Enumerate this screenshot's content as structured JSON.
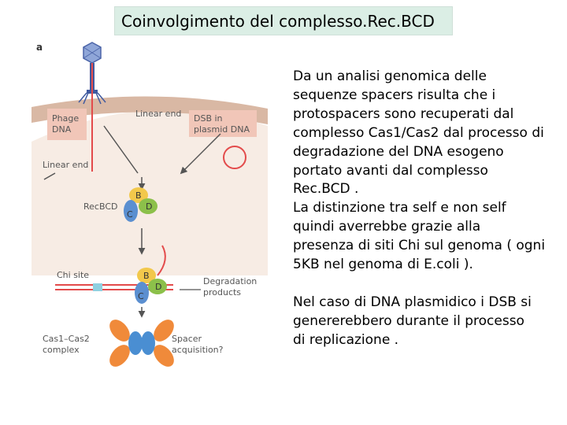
{
  "title": "Coinvolgimento del complesso.Rec.BCD",
  "figure": {
    "panel_label": "a",
    "labels": {
      "phage_dna": "Phage\nDNA",
      "linear_end_top": "Linear end",
      "dsb_plasmid": "DSB in\nplasmid DNA",
      "linear_end_left": "Linear end",
      "recbcd": "RecBCD",
      "chi_site": "Chi site",
      "degradation": "Degradation\nproducts",
      "cas_complex": "Cas1–Cas2\ncomplex",
      "spacer_acq": "Spacer\nacquisition?",
      "sub_b": "B",
      "sub_c": "C",
      "sub_d": "D"
    },
    "colors": {
      "membrane": "#d9b8a4",
      "cytoplasm": "#f7ece4",
      "box_fill": "#f1c6b8",
      "sub_b": "#f2c84b",
      "sub_c": "#5b8fd0",
      "sub_d": "#8cc04a",
      "cas_orange": "#f08a3a",
      "cas_blue": "#4a8ed2",
      "dna_red": "#e34b4b",
      "text_grey": "#555555"
    }
  },
  "body": {
    "paragraph1": "Da un analisi genomica delle\nsequenze spacers risulta che i\nprotospacers sono recuperati dal\ncomplesso Cas1/Cas2 dal processo di\ndegradazione del DNA esogeno\nportato avanti dal complesso\nRec.BCD .\nLa distinzione tra self e non self\nquindi averrebbe grazie alla\npresenza di siti Chi sul genoma ( ogni\n5KB nel genoma di E.coli ).",
    "paragraph2": "Nel caso di DNA plasmidico i DSB si\ngenererebbero durante il processo\ndi replicazione ."
  }
}
